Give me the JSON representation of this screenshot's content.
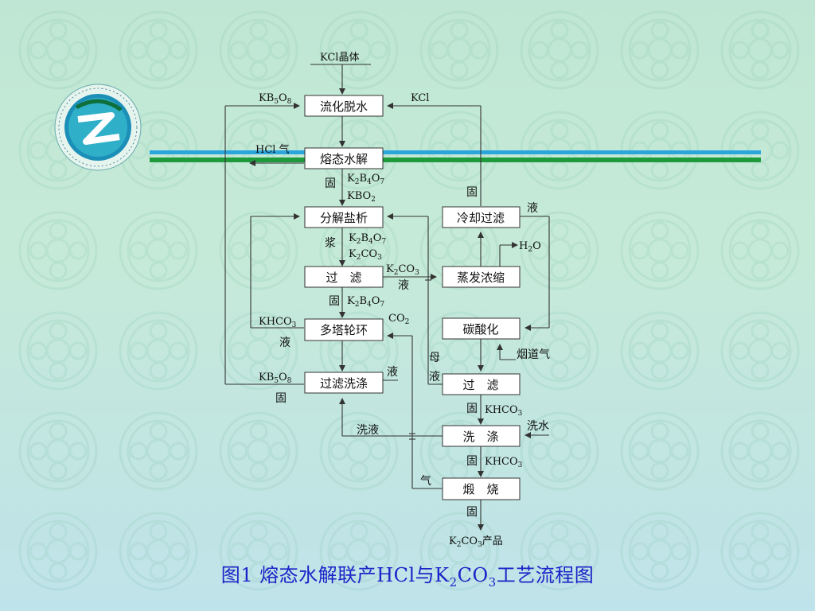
{
  "nodes": {
    "fluid_dewater": "流化脱水",
    "melt_hydrolysis": "熔态水解",
    "decompose_salting": "分解盐析",
    "filter1": "过　滤",
    "multi_tower": "多塔轮环",
    "filter_wash": "过滤洗涤",
    "cool_filter": "冷却过滤",
    "evaporate": "蒸发浓缩",
    "carbonate": "碳酸化",
    "filter2": "过　滤",
    "washing": "洗　涤",
    "calcine": "煅　烧"
  },
  "labels": {
    "kcl_crystal": "KCl晶体",
    "kb5o8_top": "KB5O8",
    "kcl_right": "KCl",
    "hcl_gas": "HCl 气",
    "solid_1": "固",
    "k2b4o7_1": "K2B4O7",
    "kbo2": "KBO2",
    "slurry": "浆",
    "k2b4o7_2": "K2B4O7",
    "k2co3_1": "K2CO3",
    "k2co3_2": "K2CO3",
    "liquid_1": "液",
    "solid_2": "固",
    "k2b4o7_3": "K2B4O7",
    "khco3_left": "KHCO3",
    "liquid_2": "液",
    "co2": "CO2",
    "liquid_3": "液",
    "kb5o8_bottom": "KB5O8",
    "solid_3": "固",
    "mother_liquor_1": "母",
    "mother_liquor_2": "液",
    "solid_cool": "固",
    "liquid_cool": "液",
    "h2o": "H2O",
    "flue_gas": "烟道气",
    "solid_4": "固",
    "khco3_1": "KHCO3",
    "wash_water": "洗水",
    "wash_liquor": "洗液",
    "solid_5": "固",
    "khco3_2": "KHCO3",
    "gas": "气",
    "solid_6": "固",
    "product": "K2CO3产品"
  },
  "caption": "图1  熔态水解联产HCl与K2CO3工艺流程图",
  "colors": {
    "caption": "#1b24c8",
    "stripe_blue": "#2aa6dc",
    "stripe_green": "#1e9a3c",
    "line": "#333333"
  }
}
